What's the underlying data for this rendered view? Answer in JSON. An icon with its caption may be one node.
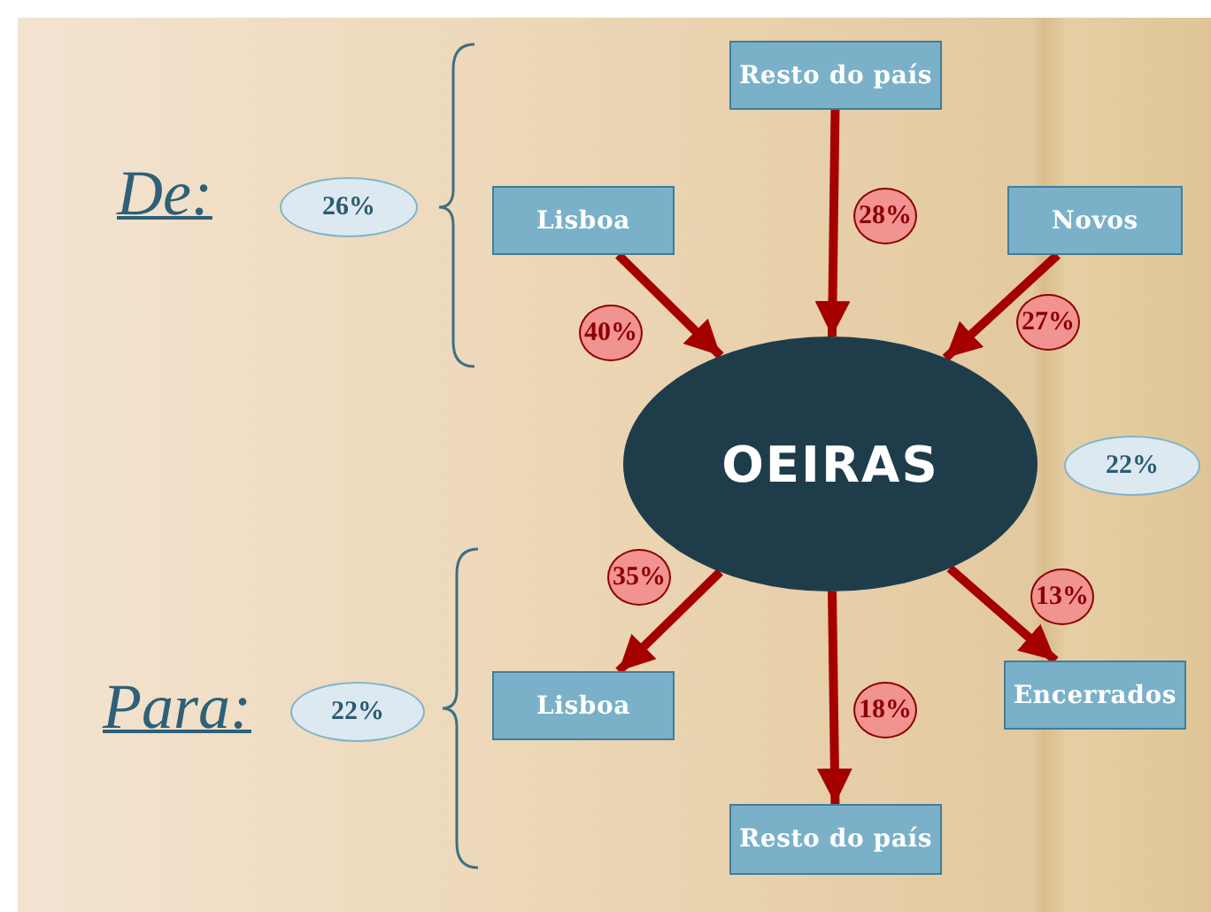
{
  "diagram": {
    "nodes": [
      {
        "text": [
          "Resto do país"
        ]
      },
      {
        "text": [
          "26%"
        ]
      },
      {
        "text": [
          "Lisboa"
        ]
      },
      {
        "text": [
          "Novos"
        ]
      },
      {
        "text": [
          "OEIRAS"
        ]
      },
      {
        "text": [
          "22%"
        ]
      },
      {
        "text": [
          "22%"
        ]
      },
      {
        "text": [
          "Lisboa"
        ]
      },
      {
        "text": [
          "Encerrados"
        ]
      },
      {
        "text": [
          "Resto do país"
        ]
      }
    ],
    "edges": [
      {
        "from": 2,
        "to": 4,
        "arrow": "to",
        "label": "40%"
      },
      {
        "from": 0,
        "to": 4,
        "arrow": "to",
        "label": "28%"
      },
      {
        "from": 3,
        "to": 4,
        "arrow": "to",
        "label": "27%"
      },
      {
        "from": 4,
        "to": 7,
        "arrow": "to",
        "label": "35%"
      },
      {
        "from": 4,
        "to": 9,
        "arrow": "to",
        "label": "18%"
      },
      {
        "from": 4,
        "to": 8,
        "arrow": "to",
        "label": "13%"
      }
    ],
    "labels": [
      "De:",
      "Para:"
    ]
  }
}
